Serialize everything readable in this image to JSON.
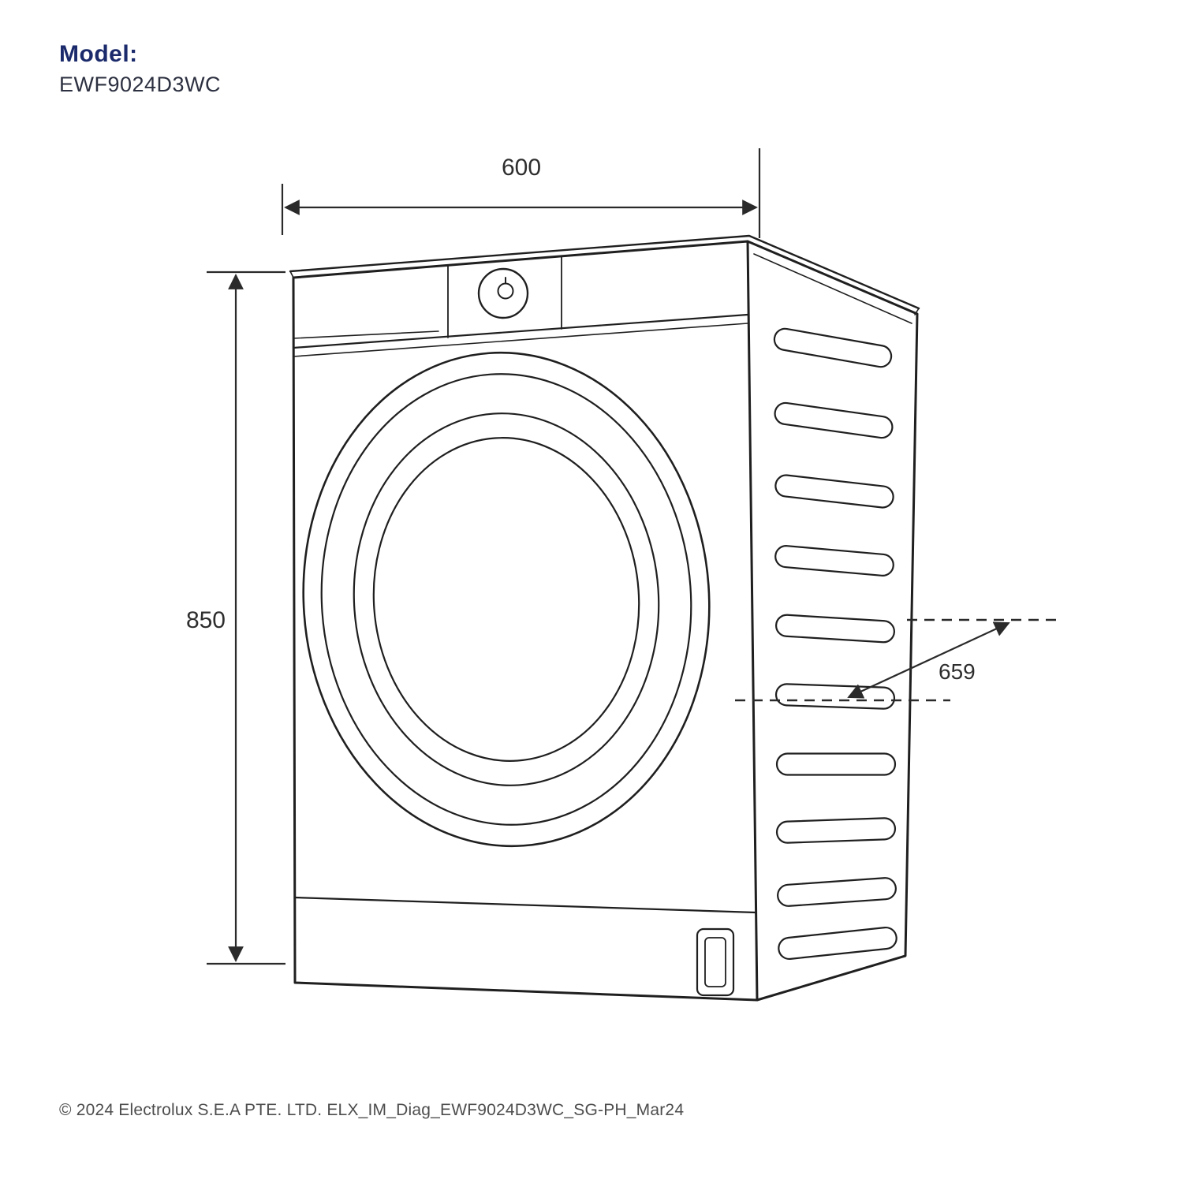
{
  "header": {
    "model_label": "Model:",
    "model_number": "EWF9024D3WC"
  },
  "diagram": {
    "title": "washing-machine-dimension-diagram",
    "dimensions": {
      "width": "600",
      "height": "850",
      "depth": "659"
    }
  },
  "footer": {
    "copyright": "© 2024 Electrolux S.E.A PTE. LTD. ELX_IM_Diag_EWF9024D3WC_SG-PH_Mar24"
  },
  "colors": {
    "brand_navy": "#1b2a6b",
    "line": "#1f1f1f",
    "dim_text": "#2e2e2e",
    "footer_text": "#4d4d4d"
  }
}
